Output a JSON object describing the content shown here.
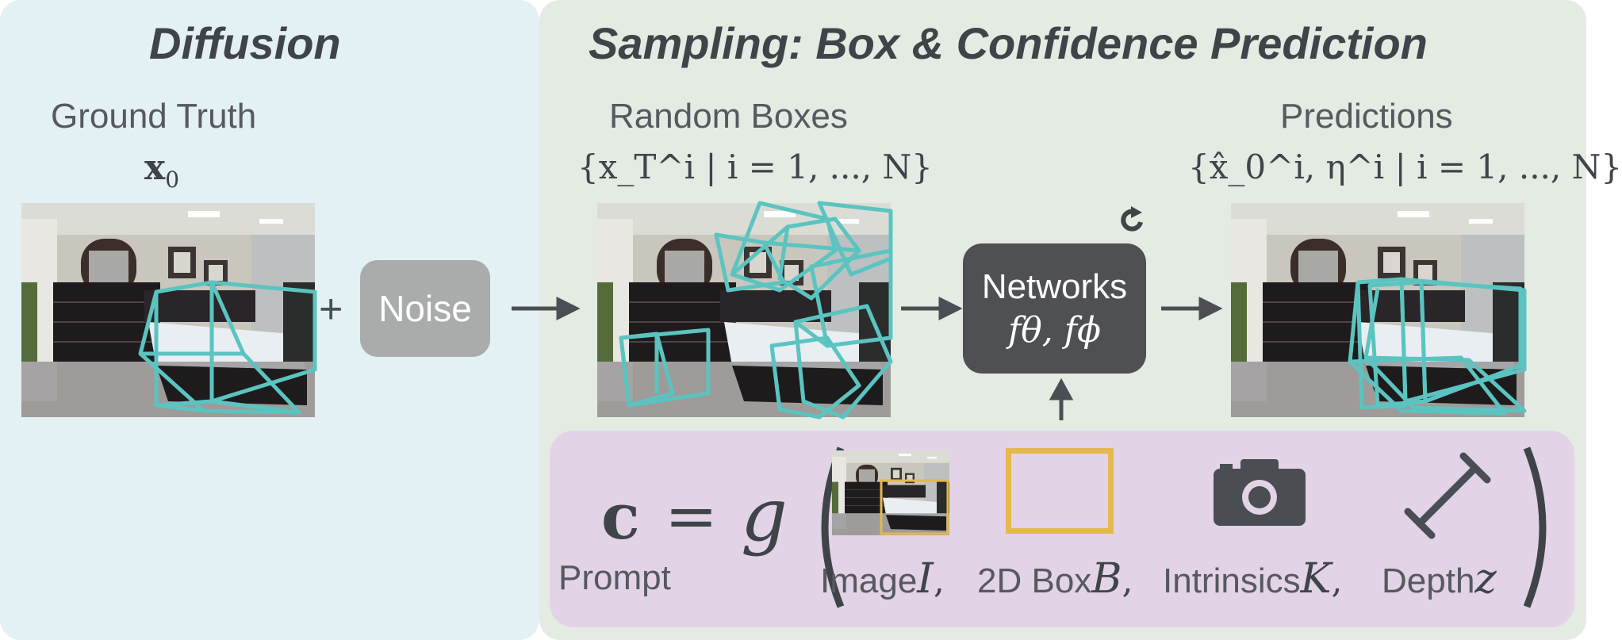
{
  "diffusion": {
    "title": "Diffusion",
    "ground_truth_label": "Ground Truth",
    "ground_truth_symbol": "x",
    "ground_truth_sub": "0",
    "plus": "+",
    "noise_label": "Noise"
  },
  "sampling": {
    "title": "Sampling: Box & Confidence Prediction",
    "random_boxes_label": "Random Boxes",
    "random_boxes_math": "{x_T^i | i = 1, ..., N}",
    "predictions_label": "Predictions",
    "predictions_math": "{x̂_0^i, η^i | i = 1, ..., N}",
    "network_label": "Networks",
    "network_math": "fθ, fϕ"
  },
  "prompt": {
    "label": "Prompt",
    "c_symbol": "c",
    "equals": "=",
    "g_symbol": "g",
    "items": [
      {
        "label": "Image",
        "symbol": "I"
      },
      {
        "label": "2D Box",
        "symbol": "B"
      },
      {
        "label": "Intrinsics",
        "symbol": "K"
      },
      {
        "label": "Depth",
        "symbol": "z"
      }
    ]
  },
  "colors": {
    "diffusion_bg": "#e3f0f4",
    "sampling_bg": "#e4ebe3",
    "prompt_bg": "#e3d3e7",
    "box_cyan": "#5bc4c0",
    "box2d_gold": "#e4b84e",
    "network_dark": "#4e5054",
    "noise_gray": "#a9acab"
  },
  "icons": [
    "loop-arrow-icon",
    "camera-icon",
    "depth-ruler-icon",
    "arrow-right-icon",
    "arrow-up-icon"
  ]
}
